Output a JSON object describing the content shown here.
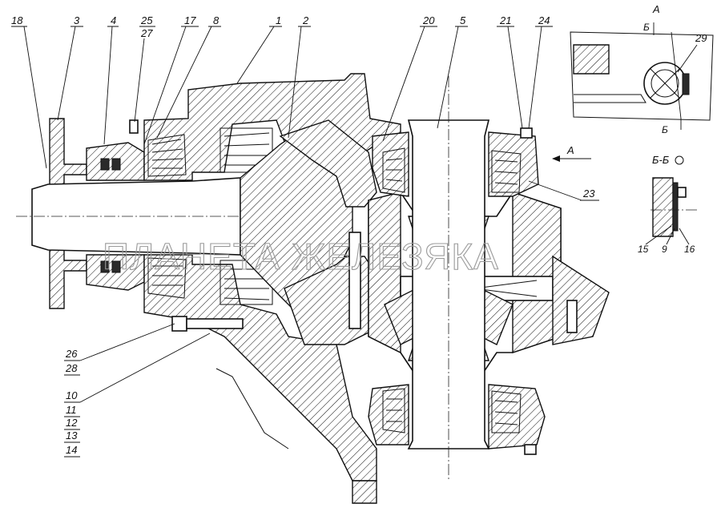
{
  "watermark": "ПЛАНЕТА ЖЕЛЕЗЯКА",
  "callouts": [
    "18",
    "3",
    "4",
    "25",
    "27",
    "17",
    "8",
    "1",
    "2",
    "20",
    "5",
    "21",
    "24",
    "23",
    "26",
    "28",
    "10",
    "11",
    "12",
    "13",
    "14"
  ],
  "view_a": {
    "title": "А",
    "section_mark": "Б",
    "callout": "29"
  },
  "section_bb": {
    "title": "Б-Б",
    "callouts": [
      "15",
      "9",
      "16"
    ]
  },
  "direction_marker": "А"
}
